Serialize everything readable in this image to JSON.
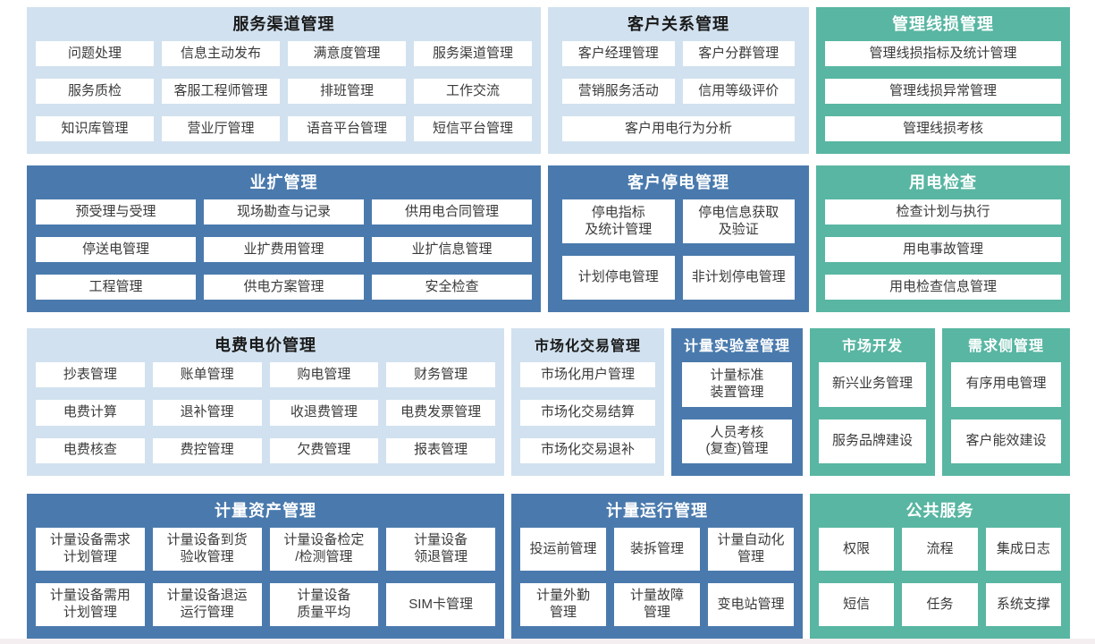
{
  "colors": {
    "page_background": "#ffffff",
    "panel_light_blue": "#d1e1ef",
    "panel_dark_blue": "#4a7aad",
    "panel_teal": "#58b6a2",
    "chip_background": "#ffffff",
    "chip_text": "#3a3a3a",
    "title_on_light": "#1a1a1a",
    "title_on_dark": "#ffffff"
  },
  "panels": [
    {
      "id": "service-channel-mgmt",
      "title": "服务渠道管理",
      "theme": "light",
      "row": 1,
      "cols": 4,
      "items": [
        "问题处理",
        "信息主动发布",
        "满意度管理",
        "服务渠道管理",
        "服务质检",
        "客服工程师管理",
        "排班管理",
        "工作交流",
        "知识库管理",
        "营业厅管理",
        "语音平台管理",
        "短信平台管理"
      ]
    },
    {
      "id": "customer-relation-mgmt",
      "title": "客户关系管理",
      "theme": "light",
      "row": 1,
      "cols": 2,
      "items": [
        "客户经理管理",
        "客户分群管理",
        "营销服务活动",
        "信用等级评价",
        {
          "label": "客户用电行为分析",
          "span": 2
        }
      ]
    },
    {
      "id": "line-loss-mgmt",
      "title": "管理线损管理",
      "theme": "teal",
      "row": 1,
      "cols": 1,
      "items": [
        "管理线损指标及统计管理",
        "管理线损异常管理",
        "管理线损考核"
      ]
    },
    {
      "id": "business-expansion-mgmt",
      "title": "业扩管理",
      "theme": "blue",
      "row": 2,
      "cols": 3,
      "items": [
        "预受理与受理",
        "现场勘查与记录",
        "供用电合同管理",
        "停送电管理",
        "业扩费用管理",
        "业扩信息管理",
        "工程管理",
        "供电方案管理",
        "安全检查"
      ]
    },
    {
      "id": "customer-outage-mgmt",
      "title": "客户停电管理",
      "theme": "blue",
      "row": 2,
      "cols": 2,
      "items": [
        "停电指标\n及统计管理",
        "停电信息获取\n及验证",
        "计划停电管理",
        "非计划停电管理"
      ]
    },
    {
      "id": "power-usage-inspection",
      "title": "用电检查",
      "theme": "teal",
      "row": 2,
      "cols": 1,
      "items": [
        "检查计划与执行",
        "用电事故管理",
        "用电检查信息管理"
      ]
    },
    {
      "id": "tariff-mgmt",
      "title": "电费电价管理",
      "theme": "light",
      "row": 3,
      "cols": 4,
      "items": [
        "抄表管理",
        "账单管理",
        "购电管理",
        "财务管理",
        "电费计算",
        "退补管理",
        "收退费管理",
        "电费发票管理",
        "电费核查",
        "费控管理",
        "欠费管理",
        "报表管理"
      ]
    },
    {
      "id": "market-trade-mgmt",
      "title": "市场化交易管理",
      "theme": "light",
      "row": 3,
      "cols": 1,
      "items": [
        "市场化用户管理",
        "市场化交易结算",
        "市场化交易退补"
      ]
    },
    {
      "id": "metering-lab-mgmt",
      "title": "计量实验室管理",
      "theme": "blue",
      "row": 3,
      "cols": 1,
      "items": [
        "计量标准\n装置管理",
        "人员考核\n(复查)管理"
      ]
    },
    {
      "id": "market-development",
      "title": "市场开发",
      "theme": "teal",
      "row": 3,
      "cols": 1,
      "items": [
        "新兴业务管理",
        "服务品牌建设"
      ]
    },
    {
      "id": "demand-side-mgmt",
      "title": "需求侧管理",
      "theme": "teal",
      "row": 3,
      "cols": 1,
      "items": [
        "有序用电管理",
        "客户能效建设"
      ]
    },
    {
      "id": "metering-asset-mgmt",
      "title": "计量资产管理",
      "theme": "blue",
      "row": 4,
      "cols": 4,
      "items": [
        "计量设备需求\n计划管理",
        "计量设备到货\n验收管理",
        "计量设备检定\n/检测管理",
        "计量设备\n领退管理",
        "计量设备需用\n计划管理",
        "计量设备退运\n运行管理",
        "计量设备\n质量平均",
        "SIM卡管理"
      ]
    },
    {
      "id": "metering-operation-mgmt",
      "title": "计量运行管理",
      "theme": "blue",
      "row": 4,
      "cols": 3,
      "items": [
        "投运前管理",
        "装拆管理",
        "计量自动化\n管理",
        "计量外勤\n管理",
        "计量故障\n管理",
        "变电站管理"
      ]
    },
    {
      "id": "public-service",
      "title": "公共服务",
      "theme": "teal",
      "row": 4,
      "cols": 3,
      "items": [
        "权限",
        "流程",
        "集成日志",
        "短信",
        "任务",
        "系统支撑"
      ]
    }
  ]
}
